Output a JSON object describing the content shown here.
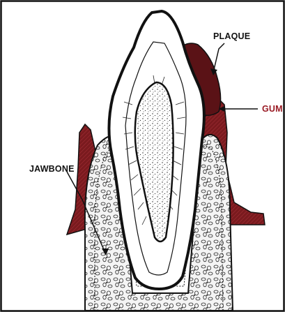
{
  "labels": {
    "plaque": "PLAQUE",
    "gum": "GUM",
    "jawbone": "JAWBONE"
  },
  "colors": {
    "gum": "#7a1a1e",
    "plaque": "#5a1216",
    "gum_label": "#9a1b25",
    "line": "#111111",
    "frame": "#111111",
    "background": "#ffffff"
  }
}
